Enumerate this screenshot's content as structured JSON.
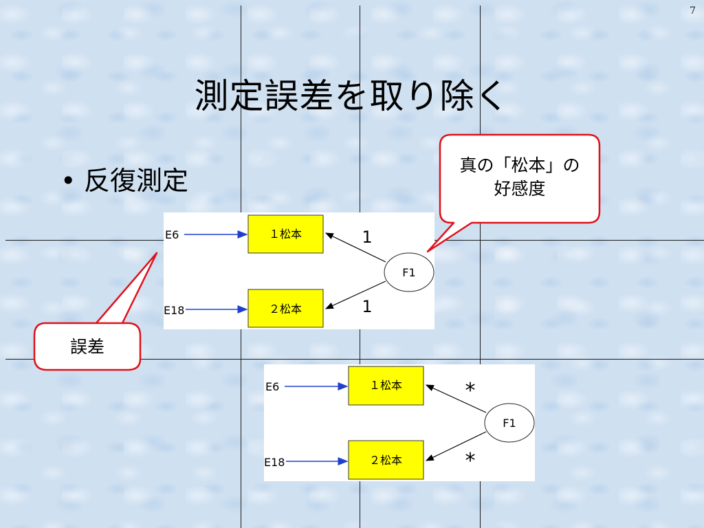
{
  "slide": {
    "page_number": "7",
    "title": "測定誤差を取り除く",
    "bullet_marker": "•",
    "bullet_text": "反復測定"
  },
  "callouts": {
    "true_score": {
      "line1": "真の「松本」の",
      "line2": "好感度"
    },
    "error": {
      "text": "誤差"
    }
  },
  "diagram_top": {
    "error_terms": [
      "E6",
      "E18"
    ],
    "indicators": [
      "１松本",
      "２松本"
    ],
    "factor": "F1",
    "loadings": [
      "1",
      "1"
    ]
  },
  "diagram_bottom": {
    "error_terms": [
      "E6",
      "E18"
    ],
    "indicators": [
      "１松本",
      "２松本"
    ],
    "factor": "F1",
    "loadings": [
      "*",
      "*"
    ]
  },
  "colors": {
    "indicator_fill": "#ffff00",
    "error_arrow": "#1f3fd0",
    "callout_border": "#e0101a"
  }
}
